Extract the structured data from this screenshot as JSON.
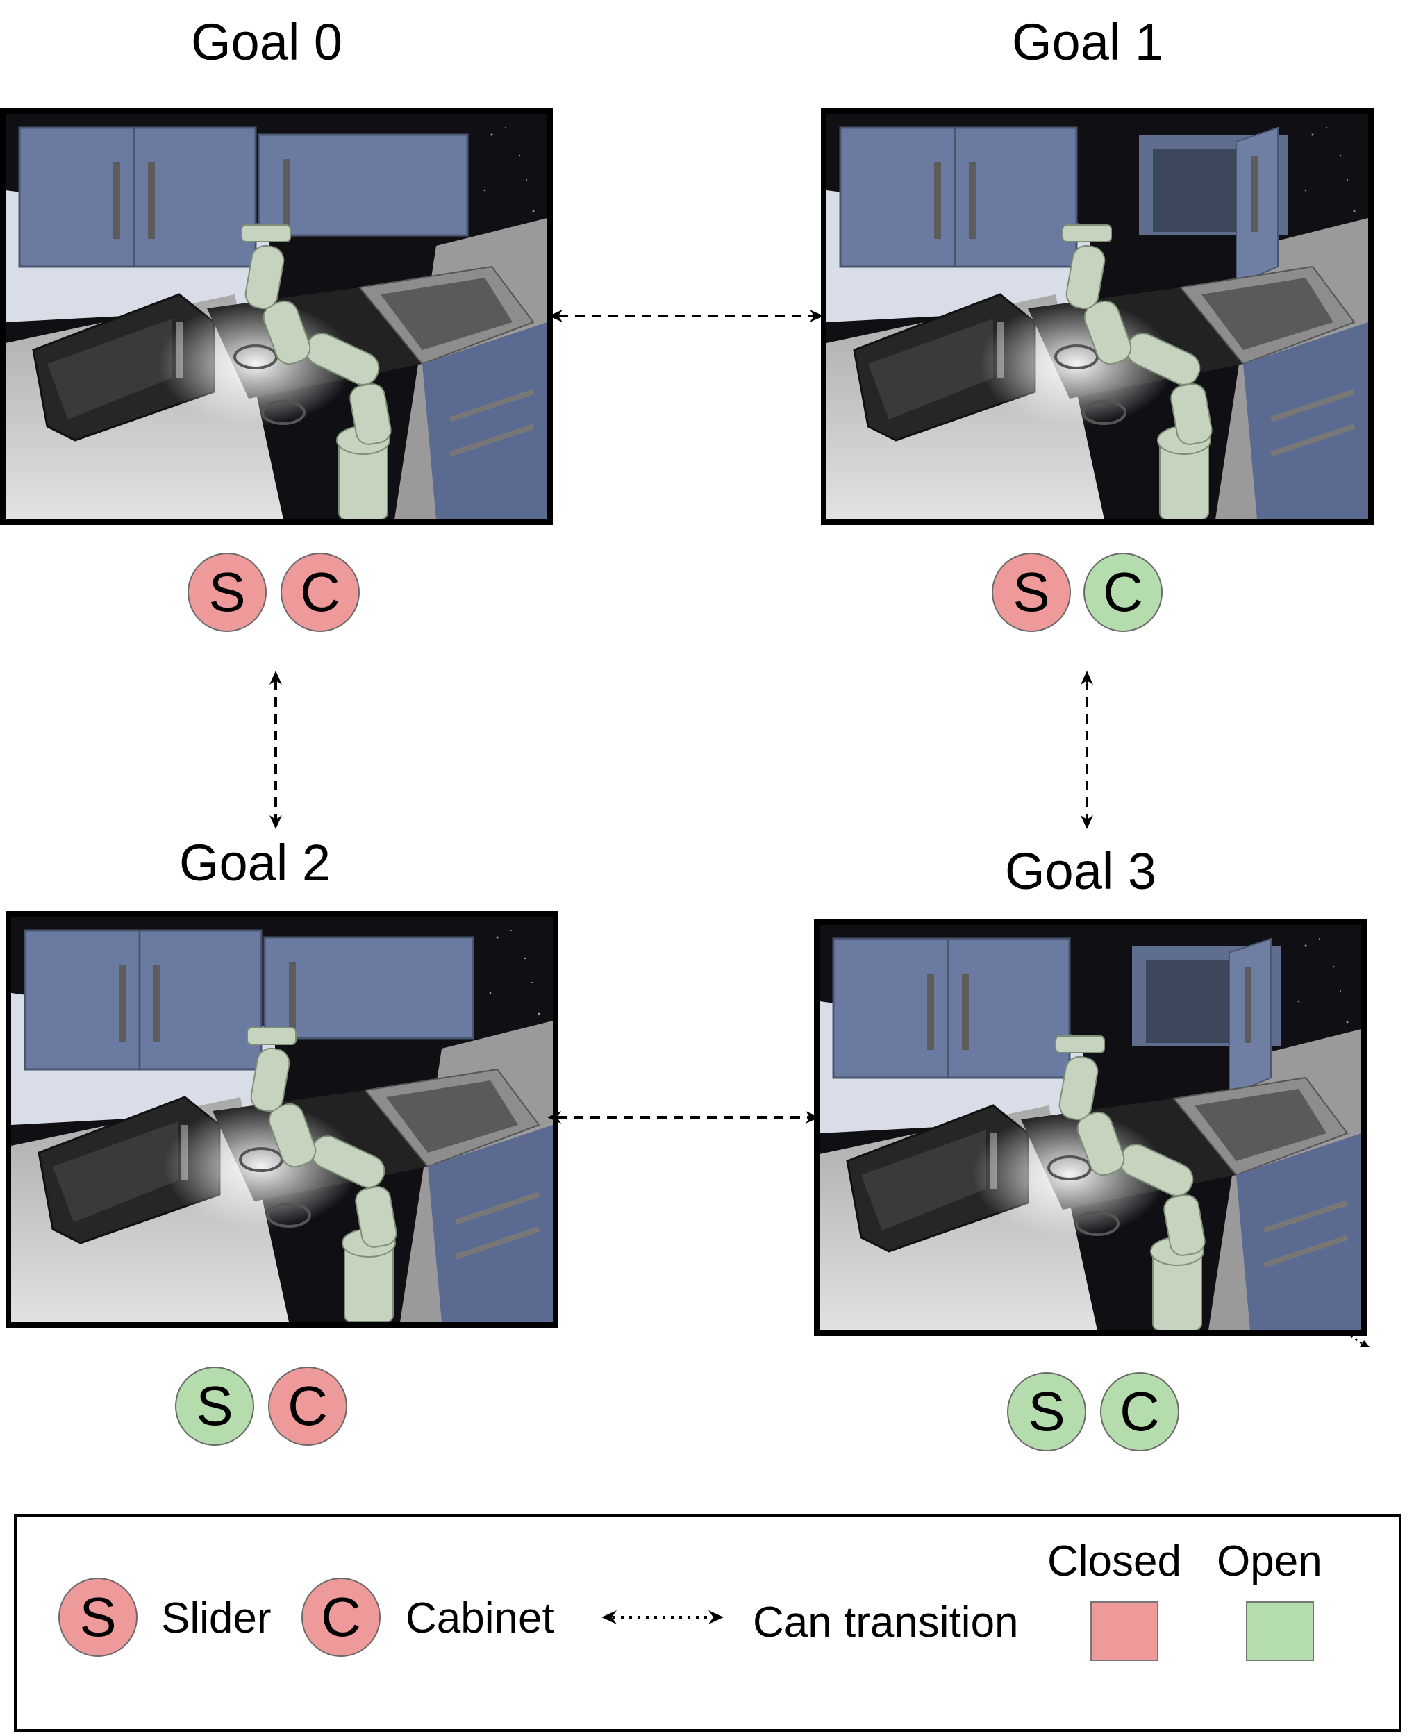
{
  "colors": {
    "closed": "#ef9a9a",
    "open": "#b5dcac"
  },
  "goals": [
    {
      "title": "Goal 0",
      "slider": {
        "letter": "S",
        "state": "closed"
      },
      "cabinet": {
        "letter": "C",
        "state": "closed"
      }
    },
    {
      "title": "Goal 1",
      "slider": {
        "letter": "S",
        "state": "closed"
      },
      "cabinet": {
        "letter": "C",
        "state": "open"
      }
    },
    {
      "title": "Goal 2",
      "slider": {
        "letter": "S",
        "state": "open"
      },
      "cabinet": {
        "letter": "C",
        "state": "closed"
      }
    },
    {
      "title": "Goal 3",
      "slider": {
        "letter": "S",
        "state": "open"
      },
      "cabinet": {
        "letter": "C",
        "state": "open"
      }
    }
  ],
  "transitions": [
    {
      "from": "Goal 0",
      "to": "Goal 1"
    },
    {
      "from": "Goal 0",
      "to": "Goal 2"
    },
    {
      "from": "Goal 1",
      "to": "Goal 3"
    },
    {
      "from": "Goal 2",
      "to": "Goal 3"
    }
  ],
  "legend": {
    "slider_letter": "S",
    "slider_label": "Slider",
    "cabinet_letter": "C",
    "cabinet_label": "Cabinet",
    "transition_label": "Can transition",
    "closed_label": "Closed",
    "open_label": "Open"
  }
}
